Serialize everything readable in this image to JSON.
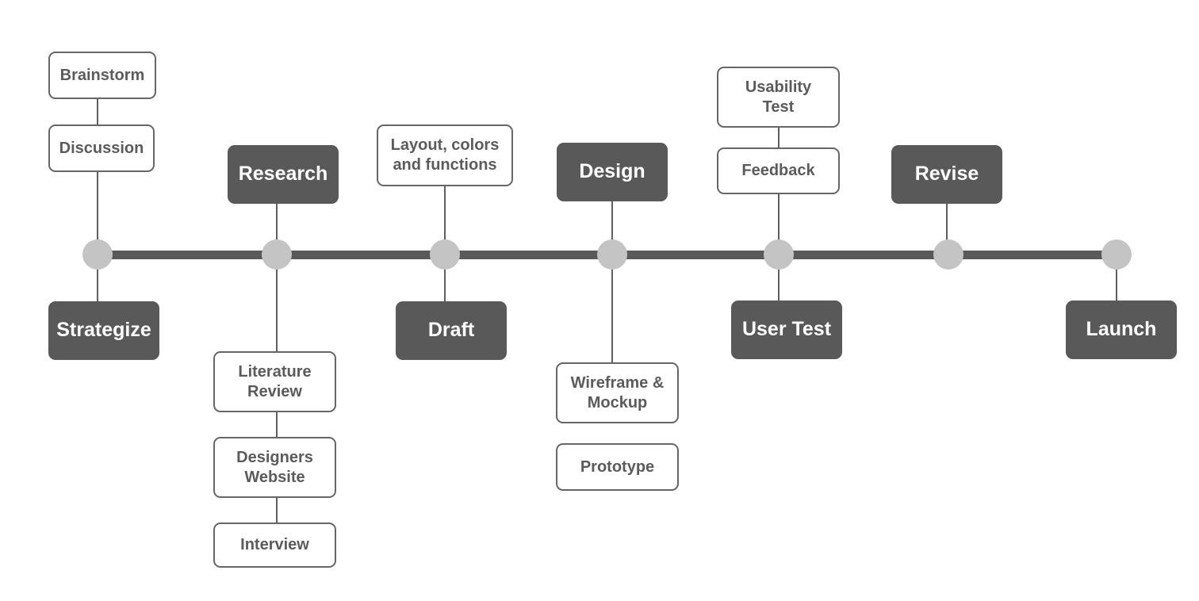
{
  "stages": [
    {
      "id": "strategize",
      "label": "Strategize"
    },
    {
      "id": "research",
      "label": "Research"
    },
    {
      "id": "draft",
      "label": "Draft"
    },
    {
      "id": "design",
      "label": "Design"
    },
    {
      "id": "user-test",
      "label": "User Test"
    },
    {
      "id": "revise",
      "label": "Revise"
    },
    {
      "id": "launch",
      "label": "Launch"
    }
  ],
  "substeps": {
    "strategize": [
      "Brainstorm",
      "Discussion"
    ],
    "research": [
      "Literature\nReview",
      "Designers\nWebsite",
      "Interview"
    ],
    "draft": [
      "Layout, colors\nand functions"
    ],
    "design": [
      "Wireframe &\nMockup",
      "Prototype"
    ],
    "user_test": [
      "Usability\nTest",
      "Feedback"
    ]
  },
  "colors": {
    "stage_fill": "#595959",
    "stage_text": "#ffffff",
    "substep_border": "#666666",
    "substep_text": "#5b5b5b",
    "node_fill": "#c4c4c4",
    "timeline": "#595959"
  }
}
